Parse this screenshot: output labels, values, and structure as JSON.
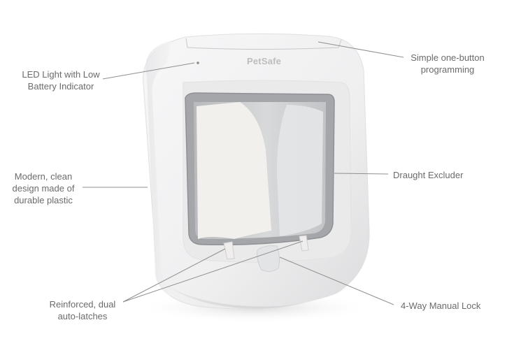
{
  "product": {
    "brand": "PetSafe",
    "type": "microchip cat flap",
    "colors": {
      "body": "#f2f2f3",
      "shadow": "#d4d4d6",
      "frame": "#9a9ca0",
      "opening": "#c9cacd",
      "flap_panel": "#f1efec",
      "callout_line": "#8f8f8f",
      "label_text": "#6b6b6b"
    }
  },
  "callouts": [
    {
      "id": "led",
      "lines": [
        "LED Light with Low",
        "Battery Indicator"
      ]
    },
    {
      "id": "button",
      "lines": [
        "Simple one-button",
        "programming"
      ]
    },
    {
      "id": "design",
      "lines": [
        "Modern, clean",
        "design made of",
        "durable plastic"
      ]
    },
    {
      "id": "draught",
      "lines": [
        "Draught Excluder"
      ]
    },
    {
      "id": "latches",
      "lines": [
        "Reinforced, dual",
        "auto-latches"
      ]
    },
    {
      "id": "lock",
      "lines": [
        "4-Way Manual Lock"
      ]
    }
  ]
}
